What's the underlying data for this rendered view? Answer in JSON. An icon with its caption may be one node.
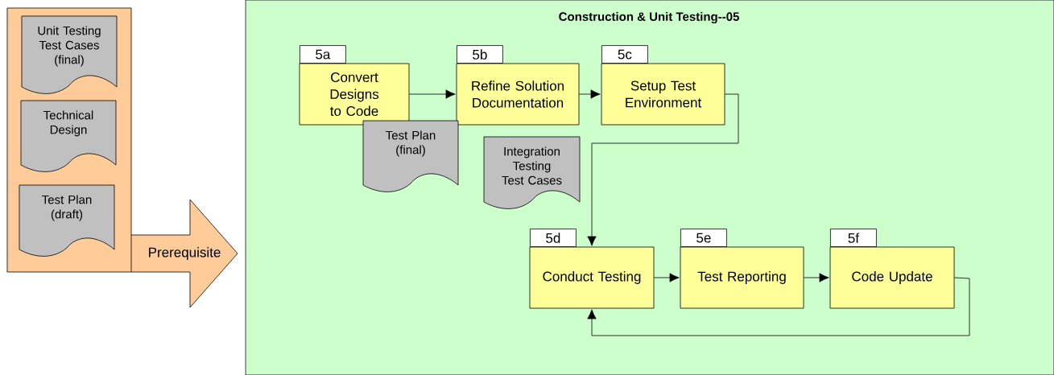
{
  "diagram": {
    "nodes": [
      {
        "text": [
          "Prerequisite"
        ]
      },
      {
        "text": [
          "Unit Testing Test Cases (final)"
        ],
        "in": 0
      },
      {
        "text": [
          "Technical Design"
        ],
        "in": 0
      },
      {
        "text": [
          "Test Plan (draft)"
        ],
        "in": 0
      },
      {
        "text": [
          "Construction & Unit Testing--05"
        ]
      },
      {
        "text": [
          "5a",
          "Convert Designs to Code"
        ],
        "in": 4
      },
      {
        "text": [
          "5b",
          "Refine Solution Documentation"
        ],
        "in": 4
      },
      {
        "text": [
          "5c",
          "Setup Test Environment"
        ],
        "in": 4
      },
      {
        "text": [
          "Test Plan (final)"
        ],
        "in": 4
      },
      {
        "text": [
          "Integration Testing Test Cases"
        ],
        "in": 4
      },
      {
        "text": [
          "5d",
          "Conduct Testing"
        ],
        "in": 4
      },
      {
        "text": [
          "5e",
          "Test Reporting"
        ],
        "in": 4
      },
      {
        "text": [
          "5f",
          "Code Update"
        ],
        "in": 4
      }
    ],
    "edges": [
      {
        "from": 5,
        "to": 6,
        "arrow": "to"
      },
      {
        "from": 6,
        "to": 7,
        "arrow": "to"
      },
      {
        "from": 7,
        "to": 10,
        "arrow": "to"
      },
      {
        "from": 10,
        "to": 11,
        "arrow": "to"
      },
      {
        "from": 11,
        "to": 12,
        "arrow": "to"
      },
      {
        "from": 12,
        "to": 10,
        "arrow": "to"
      }
    ]
  }
}
